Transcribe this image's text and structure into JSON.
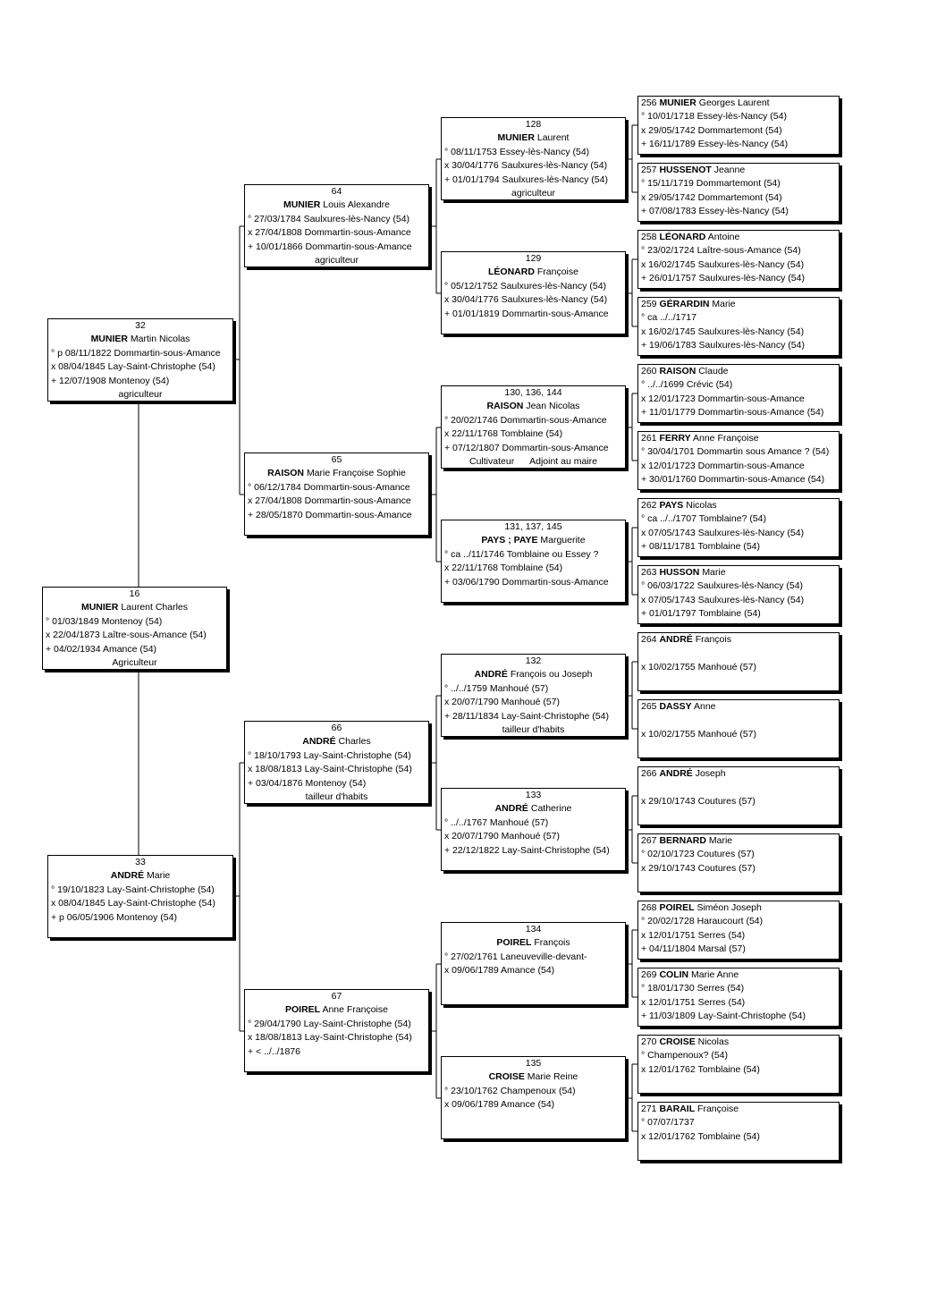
{
  "people": [
    {
      "num": "32",
      "surname": "MUNIER",
      "given": "Martin Nicolas",
      "events": [
        "° p 08/11/1822 Dommartin-sous-Amance",
        "x 08/04/1845 Lay-Saint-Christophe (54)",
        "+ 12/07/1908 Montenoy (54)"
      ],
      "occupation": "agriculteur"
    },
    {
      "num": "16",
      "surname": "MUNIER",
      "given": "Laurent Charles",
      "events": [
        "° 01/03/1849 Montenoy (54)",
        "x 22/04/1873 Laître-sous-Amance (54)",
        "+ 04/02/1934 Amance (54)"
      ],
      "occupation": "Agriculteur"
    },
    {
      "num": "33",
      "surname": "ANDRÉ",
      "given": "Marie",
      "events": [
        "° 19/10/1823 Lay-Saint-Christophe (54)",
        "x 08/04/1845 Lay-Saint-Christophe (54)",
        "+ p 06/05/1906 Montenoy (54)"
      ],
      "occupation": ""
    },
    {
      "num": "64",
      "surname": "MUNIER",
      "given": "Louis Alexandre",
      "events": [
        "° 27/03/1784 Saulxures-lès-Nancy (54)",
        "x 27/04/1808 Dommartin-sous-Amance",
        "+ 10/01/1866 Dommartin-sous-Amance"
      ],
      "occupation": "agriculteur"
    },
    {
      "num": "65",
      "surname": "RAISON",
      "given": "Marie Françoise Sophie",
      "events": [
        "° 06/12/1784 Dommartin-sous-Amance",
        "x 27/04/1808 Dommartin-sous-Amance",
        "+ 28/05/1870 Dommartin-sous-Amance"
      ],
      "occupation": ""
    },
    {
      "num": "66",
      "surname": "ANDRÉ",
      "given": "Charles",
      "events": [
        "° 18/10/1793 Lay-Saint-Christophe (54)",
        "x 18/08/1813 Lay-Saint-Christophe (54)",
        "+ 03/04/1876 Montenoy (54)"
      ],
      "occupation": "tailleur d'habits"
    },
    {
      "num": "67",
      "surname": "POIREL",
      "given": "Anne Françoise",
      "events": [
        "° 29/04/1790 Lay-Saint-Christophe (54)",
        "x 18/08/1813 Lay-Saint-Christophe (54)",
        "+ < ../../1876"
      ],
      "occupation": ""
    },
    {
      "num": "128",
      "surname": "MUNIER",
      "given": "Laurent",
      "events": [
        "° 08/11/1753 Essey-lès-Nancy (54)",
        "x 30/04/1776 Saulxures-lès-Nancy (54)",
        "+ 01/01/1794 Saulxures-lès-Nancy (54)"
      ],
      "occupation": "agriculteur"
    },
    {
      "num": "129",
      "surname": "LÉONARD",
      "given": "Françoise",
      "events": [
        "° 05/12/1752 Saulxures-lès-Nancy (54)",
        "x 30/04/1776 Saulxures-lès-Nancy (54)",
        "+ 01/01/1819 Dommartin-sous-Amance"
      ],
      "occupation": ""
    },
    {
      "num": "130, 136, 144",
      "surname": "RAISON",
      "given": "Jean Nicolas",
      "events": [
        "° 20/02/1746 Dommartin-sous-Amance",
        "x 22/11/1768 Tomblaine (54)",
        "+ 07/12/1807 Dommartin-sous-Amance"
      ],
      "occupation": "Cultivateur      Adjoint au maire"
    },
    {
      "num": "131, 137, 145",
      "surname": "PAYS ; PAYE",
      "given": "Marguerite",
      "events": [
        "° ca ../11/1746 Tomblaine ou Essey ?",
        "x 22/11/1768 Tomblaine (54)",
        "+ 03/06/1790 Dommartin-sous-Amance"
      ],
      "occupation": ""
    },
    {
      "num": "132",
      "surname": "ANDRÉ",
      "given": "François ou Joseph",
      "events": [
        "° ../../1759 Manhoué (57)",
        "x 20/07/1790 Manhoué (57)",
        "+ 28/11/1834 Lay-Saint-Christophe (54)"
      ],
      "occupation": "tailleur d'habits"
    },
    {
      "num": "133",
      "surname": "ANDRÉ",
      "given": "Catherine",
      "events": [
        "° ../../1767 Manhoué (57)",
        "x 20/07/1790 Manhoué (57)",
        "+ 22/12/1822 Lay-Saint-Christophe (54)"
      ],
      "occupation": ""
    },
    {
      "num": "134",
      "surname": "POIREL",
      "given": "François",
      "events": [
        "° 27/02/1761 Laneuveville-devant-",
        "x 09/06/1789 Amance (54)"
      ],
      "occupation": ""
    },
    {
      "num": "135",
      "surname": "CROISE",
      "given": "Marie Reine",
      "events": [
        "° 23/10/1762 Champenoux (54)",
        "x 09/06/1789 Amance (54)"
      ],
      "occupation": ""
    },
    {
      "num": "256",
      "surname": "MUNIER",
      "given": "Georges Laurent",
      "events": [
        "° 10/01/1718 Essey-lès-Nancy (54)",
        "x 29/05/1742 Dommartemont (54)",
        "+ 16/11/1789 Essey-lès-Nancy (54)"
      ]
    },
    {
      "num": "257",
      "surname": "HUSSENOT",
      "given": "Jeanne",
      "events": [
        "° 15/11/1719 Dommartemont (54)",
        "x 29/05/1742 Dommartemont (54)",
        "+ 07/08/1783 Essey-lès-Nancy (54)"
      ]
    },
    {
      "num": "258",
      "surname": "LÉONARD",
      "given": "Antoine",
      "events": [
        "° 23/02/1724 Laître-sous-Amance (54)",
        "x 16/02/1745 Saulxures-lès-Nancy (54)",
        "+ 26/01/1757 Saulxures-lès-Nancy (54)"
      ]
    },
    {
      "num": "259",
      "surname": "GÉRARDIN",
      "given": "Marie",
      "events": [
        "° ca ../../1717",
        "x 16/02/1745 Saulxures-lès-Nancy (54)",
        "+ 19/06/1783 Saulxures-lès-Nancy (54)"
      ]
    },
    {
      "num": "260",
      "surname": "RAISON",
      "given": "Claude",
      "events": [
        "° ../../1699 Crévic (54)",
        "x 12/01/1723 Dommartin-sous-Amance",
        "+ 11/01/1779 Dommartin-sous-Amance (54)"
      ]
    },
    {
      "num": "261",
      "surname": "FERRY",
      "given": "Anne Françoise",
      "events": [
        "° 30/04/1701 Dommartin sous Amance ? (54)",
        "x 12/01/1723 Dommartin-sous-Amance",
        "+ 30/01/1760 Dommartin-sous-Amance (54)"
      ]
    },
    {
      "num": "262",
      "surname": "PAYS",
      "given": "Nicolas",
      "events": [
        "° ca ../../1707 Tomblaine? (54)",
        "x 07/05/1743 Saulxures-lès-Nancy (54)",
        "+ 08/11/1781 Tomblaine (54)"
      ]
    },
    {
      "num": "263",
      "surname": "HUSSON",
      "given": "Marie",
      "events": [
        "° 06/03/1722 Saulxures-lès-Nancy (54)",
        "x 07/05/1743 Saulxures-lès-Nancy (54)",
        "+ 01/01/1797 Tomblaine (54)"
      ]
    },
    {
      "num": "264",
      "surname": "ANDRÉ",
      "given": "François",
      "events": [
        "",
        "x 10/02/1755 Manhoué (57)"
      ]
    },
    {
      "num": "265",
      "surname": "DASSY",
      "given": "Anne",
      "events": [
        "",
        "x 10/02/1755 Manhoué (57)"
      ]
    },
    {
      "num": "266",
      "surname": "ANDRÉ",
      "given": "Joseph",
      "events": [
        "",
        "x 29/10/1743 Coutures (57)"
      ]
    },
    {
      "num": "267",
      "surname": "BERNARD",
      "given": "Marie",
      "events": [
        "° 02/10/1723 Coutures (57)",
        "x 29/10/1743 Coutures (57)"
      ]
    },
    {
      "num": "268",
      "surname": "POIREL",
      "given": "Siméon Joseph",
      "events": [
        "° 20/02/1728 Haraucourt (54)",
        "x 12/01/1751 Serres (54)",
        "+ 04/11/1804 Marsal (57)"
      ]
    },
    {
      "num": "269",
      "surname": "COLIN",
      "given": "Marie Anne",
      "events": [
        "° 18/01/1730 Serres (54)",
        "x 12/01/1751 Serres (54)",
        "+ 11/03/1809 Lay-Saint-Christophe (54)"
      ]
    },
    {
      "num": "270",
      "surname": "CROISE",
      "given": "Nicolas",
      "events": [
        "° Champenoux? (54)",
        "x 12/01/1762 Tomblaine (54)"
      ]
    },
    {
      "num": "271",
      "surname": "BARAIL",
      "given": "Françoise",
      "events": [
        "° 07/07/1737",
        "x 12/01/1762 Tomblaine (54)"
      ]
    }
  ]
}
